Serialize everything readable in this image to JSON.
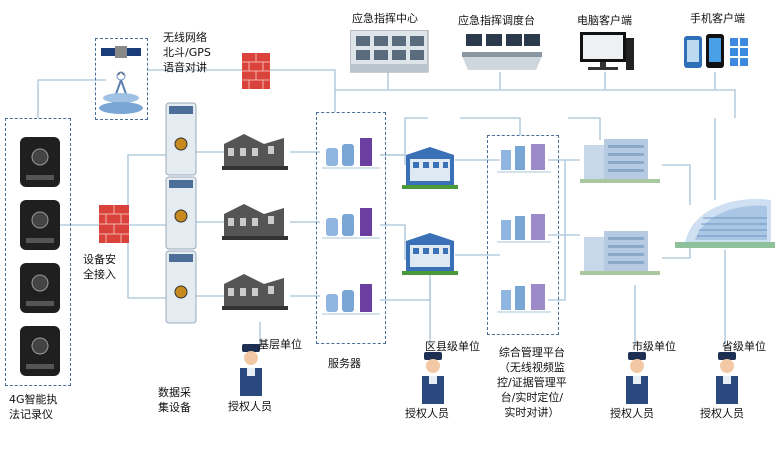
{
  "labels": {
    "wireless": [
      "无线网络",
      "北斗/GPS",
      "语音对讲"
    ],
    "command_center": "应急指挥中心",
    "dispatch_desk": "应急指挥调度台",
    "pc_client": "电脑客户端",
    "mobile_client": "手机客户端",
    "device_access": [
      "设备安",
      "全接入"
    ],
    "recorder": [
      "4G智能执",
      "法记录仪"
    ],
    "collector": [
      "数据采",
      "集设备"
    ],
    "grassroots_unit": "基层单位",
    "authorized_person": "授权人员",
    "server": "服务器",
    "county_unit": "区县级单位",
    "platform": [
      "综合管理平台",
      "（无线视频监",
      "控/证据管理平",
      "台/实时定位/",
      "实时对讲）"
    ],
    "city_unit": "市级单位",
    "province_unit": "省级单位"
  },
  "colors": {
    "line": "#a8c4d8",
    "dashed_border": "#4a6f96",
    "firewall": "#d9433b",
    "server_purple": "#6b3fa0"
  }
}
